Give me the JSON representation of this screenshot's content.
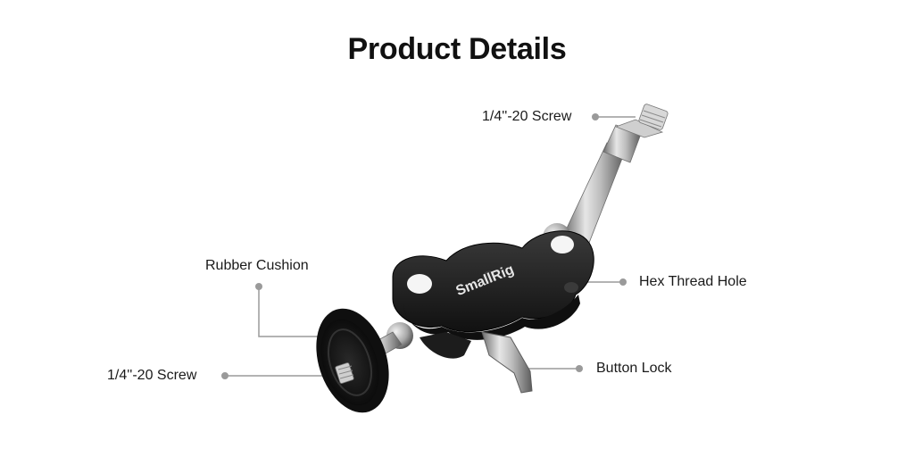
{
  "title": "Product Details",
  "brand": "SmallRig",
  "callouts": {
    "top_screw": "1/4''-20 Screw",
    "rubber_cushion": "Rubber Cushion",
    "hex_thread_hole": "Hex Thread Hole",
    "bottom_screw": "1/4''-20 Screw",
    "button_lock": "Button Lock"
  },
  "colors": {
    "leader_line": "#9a9a9a",
    "body": "#1c1c1c",
    "steel": "#b8b8b8"
  }
}
